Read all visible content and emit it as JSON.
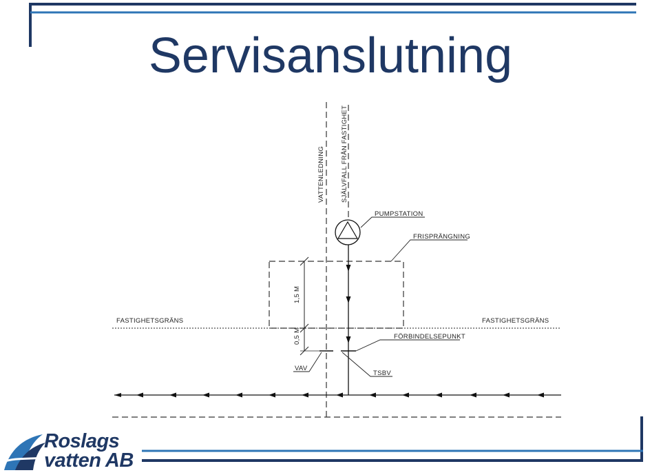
{
  "slide": {
    "title": "Servisanslutning"
  },
  "diagram": {
    "labels": {
      "vattenledning": "VATTENLEDNING",
      "sjalvfall": "SJÄLVFALL FRÅN FASTIGHET",
      "pumpstation": "PUMPSTATION",
      "frisprangning": "FRISPRÄNGNING",
      "depth_1_5": "1,5 M",
      "depth_0_5": "0,5 M",
      "fastighetsgrans_left": "FASTIGHETSGRÄNS",
      "fastighetsgrans_right": "FASTIGHETSGRÄNS",
      "forbindelsepunkt": "FÖRBINDELSEPUNKT",
      "vav": "VAV",
      "tsbv": "TSBV"
    }
  },
  "logo": {
    "line1": "Roslags",
    "line2": "vatten AB"
  },
  "colors": {
    "title": "#1f3864",
    "frame": "#1f3864",
    "frame_accent": "#2e75b6",
    "logo_blue": "#2e75b6",
    "logo_dark": "#1f3864"
  }
}
